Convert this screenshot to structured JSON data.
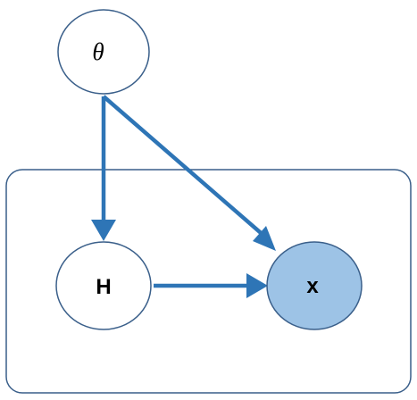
{
  "colors": {
    "edge": "#2e75b6",
    "node_stroke": "#3a5f8a",
    "observed_fill": "#9dc3e6",
    "latent_fill": "#ffffff",
    "plate_stroke": "#3a5f8a",
    "text": "#000000"
  },
  "nodes": {
    "theta": {
      "label": "θ",
      "observed": false
    },
    "H": {
      "label": "H",
      "observed": false
    },
    "x": {
      "label": "x",
      "observed": true
    }
  },
  "edges": [
    {
      "from": "theta",
      "to": "H"
    },
    {
      "from": "theta",
      "to": "x"
    },
    {
      "from": "H",
      "to": "x"
    }
  ],
  "plate": {
    "contains": [
      "H",
      "x"
    ]
  }
}
